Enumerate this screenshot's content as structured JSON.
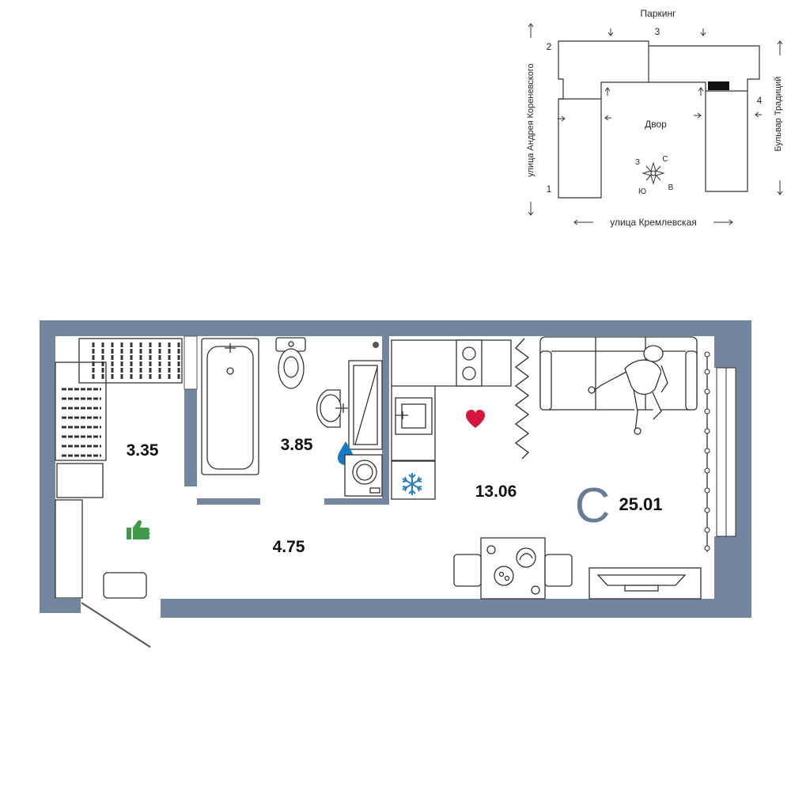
{
  "site_plan": {
    "top_label": "Паркинг",
    "left_label": "улица Андрея Кореневского",
    "right_label": "Бульвар Традиций",
    "bottom_label": "улица Кремлевская",
    "yard_label": "Двор",
    "section_numbers": [
      "1",
      "2",
      "3",
      "4"
    ],
    "compass": {
      "n": "С",
      "e": "В",
      "s": "Ю",
      "w": "З"
    }
  },
  "rooms": {
    "storage_area": "3.35",
    "bathroom_area": "3.85",
    "hallway_area": "4.75",
    "kitchen_living_area": "13.06"
  },
  "apartment": {
    "type_letter": "С",
    "total_area": "25.01"
  },
  "colors": {
    "wall": "#7485a0",
    "accent_heart": "#d6163d",
    "accent_thumb": "#3f9a4a",
    "accent_water": "#1978c0",
    "accent_snow": "#2a7fc4",
    "type_letter": "#6a7b95"
  }
}
